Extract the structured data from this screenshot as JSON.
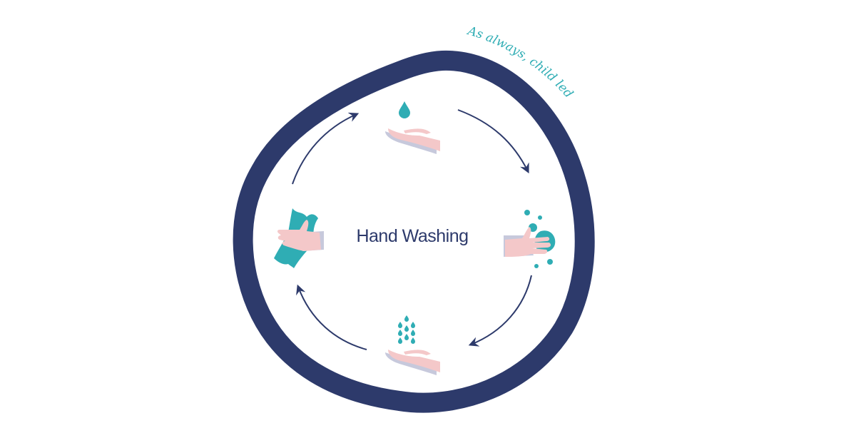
{
  "diagram": {
    "title": "Hand Washing",
    "tagline": "As always, child led",
    "colors": {
      "ring": "#2d3a6b",
      "arrow": "#2d3a6b",
      "teal": "#2fadb4",
      "skin": "#f4c8c9",
      "shadow": "#c7c9dc",
      "background": "#ffffff"
    },
    "steps": [
      {
        "id": "wet-hands",
        "icon": "hand-with-water-drop-icon",
        "description": "Wet hands with water"
      },
      {
        "id": "apply-soap",
        "icon": "hand-with-soap-icon",
        "description": "Apply soap and scrub"
      },
      {
        "id": "rinse",
        "icon": "hand-with-rinse-drops-icon",
        "description": "Rinse under water"
      },
      {
        "id": "dry",
        "icon": "hand-with-towel-icon",
        "description": "Dry with towel"
      }
    ],
    "cycle_direction": "clockwise"
  }
}
